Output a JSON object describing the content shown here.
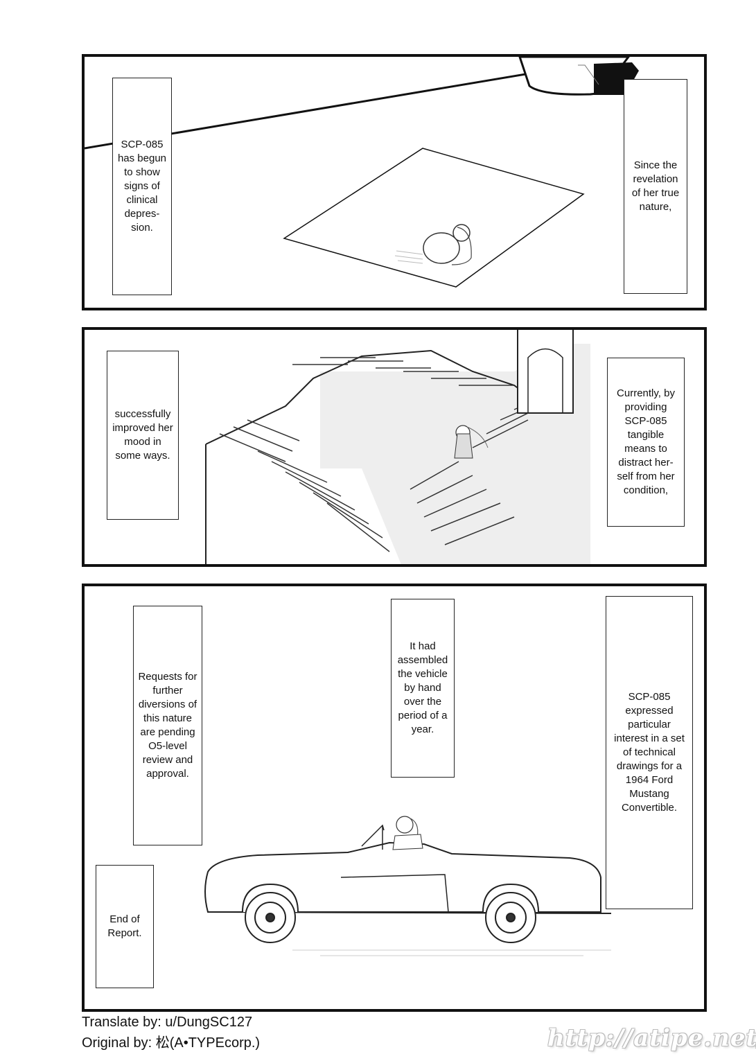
{
  "panels": [
    {
      "captions": {
        "left": "SCP-085\nhas begun\nto show\nsigns of\nclinical\ndepres-\nsion.",
        "right": "Since the\nrevelation\nof her true\nnature,"
      }
    },
    {
      "captions": {
        "left": "successfully\nimproved her\nmood in\nsome ways.",
        "right": "Currently, by\nproviding\nSCP-085\ntangible\nmeans to\ndistract her-\nself from her\ncondition,"
      }
    },
    {
      "captions": {
        "left": "Requests for\nfurther\ndiversions of\nthis nature\nare pending\nO5-level\nreview and\napproval.",
        "middle": "It had\nassembled\nthe vehicle\nby hand\nover the\nperiod of a\nyear.",
        "right": "SCP-085\nexpressed\nparticular\ninterest in a set\nof technical\ndrawings for a\n1964 Ford\nMustang\nConvertible.",
        "end": "End of\nReport."
      }
    }
  ],
  "credits": {
    "translator": "Translate by: u/DungSC127",
    "original": "Original by: 松(A•TYPEcorp.)"
  },
  "watermark": "http://atipe.net/"
}
